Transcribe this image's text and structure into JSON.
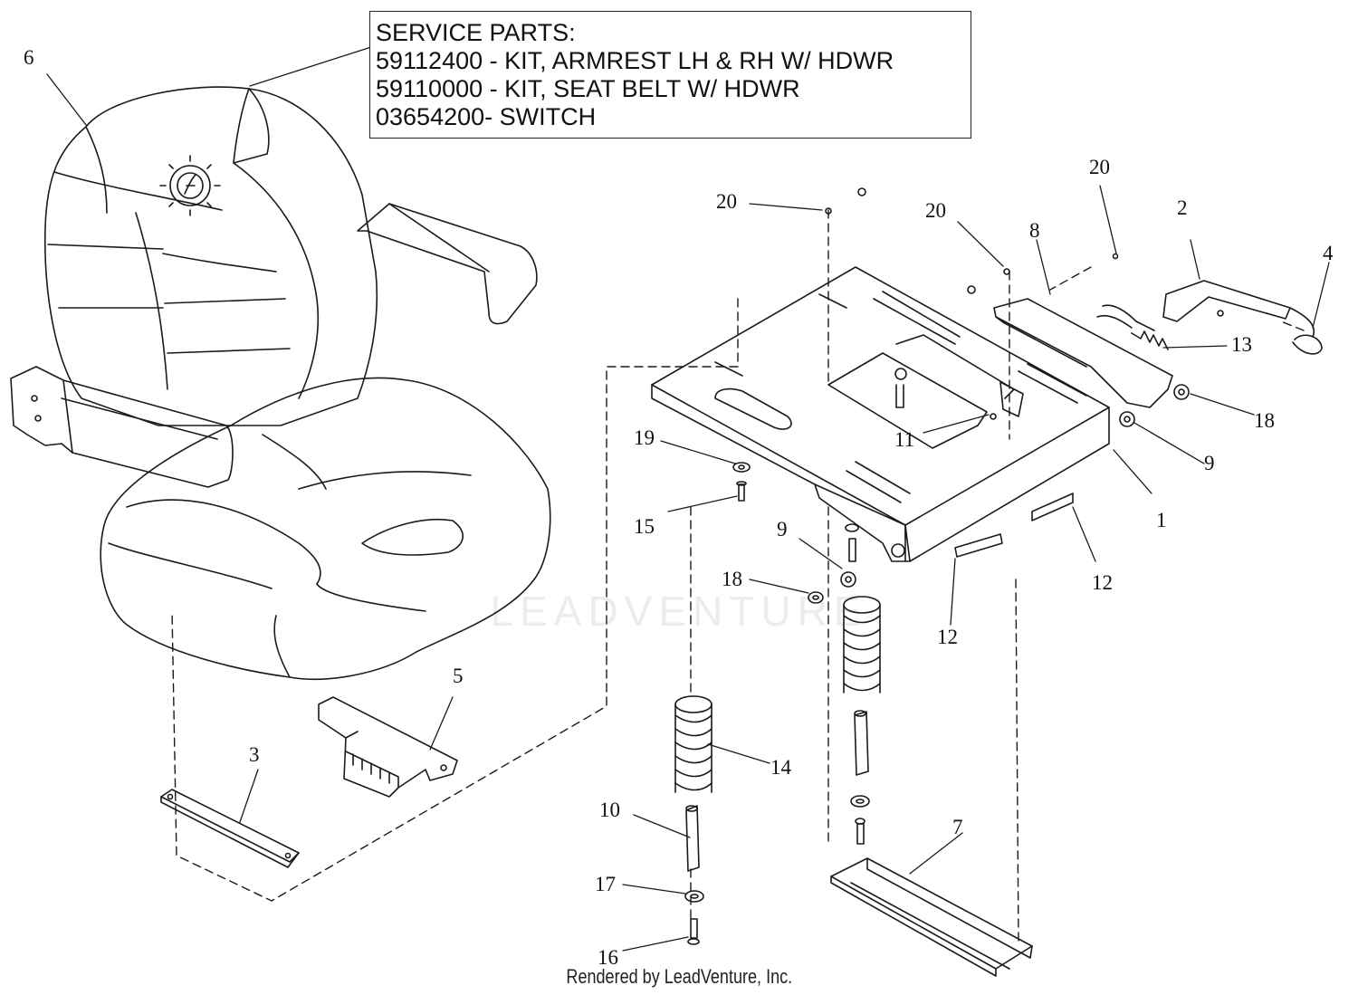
{
  "service_box": {
    "lines": [
      "SERVICE PARTS:",
      "59112400 - KIT, ARMREST LH & RH W/ HDWR",
      "59110000 - KIT, SEAT BELT W/ HDWR",
      "03654200- SWITCH"
    ]
  },
  "callouts": {
    "c1": "1",
    "c2": "2",
    "c3": "3",
    "c4": "4",
    "c5": "5",
    "c6": "6",
    "c7": "7",
    "c8": "8",
    "c9a": "9",
    "c9b": "9",
    "c10": "10",
    "c11": "11",
    "c12a": "12",
    "c12b": "12",
    "c13": "13",
    "c14": "14",
    "c15": "15",
    "c16": "16",
    "c17": "17",
    "c18a": "18",
    "c18b": "18",
    "c19": "19",
    "c20a": "20",
    "c20b": "20",
    "c20c": "20"
  },
  "watermark": "LEADVENTURE",
  "footer": "Rendered by LeadVenture, Inc."
}
